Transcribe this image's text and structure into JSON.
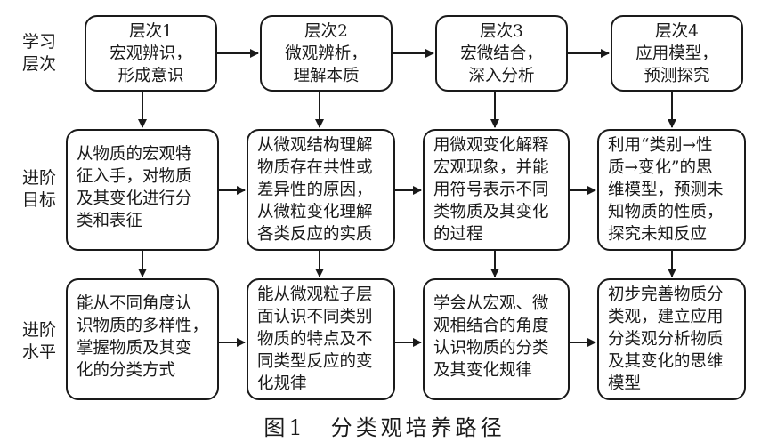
{
  "row_labels": [
    {
      "lines": [
        "学习",
        "层次"
      ]
    },
    {
      "lines": [
        "进阶",
        "目标"
      ]
    },
    {
      "lines": [
        "进阶",
        "水平"
      ]
    }
  ],
  "levels": [
    {
      "lines": [
        "层次1",
        "宏观辨识，",
        "形成意识"
      ]
    },
    {
      "lines": [
        "层次2",
        "微观辨析，",
        "理解本质"
      ]
    },
    {
      "lines": [
        "层次3",
        "宏微结合，",
        "深入分析"
      ]
    },
    {
      "lines": [
        "层次4",
        "应用模型，",
        "预测探究"
      ]
    }
  ],
  "goals": [
    {
      "lines": [
        "从物质的宏观特",
        "征入手，对物质",
        "及其变化进行分",
        "类和表征"
      ]
    },
    {
      "lines": [
        "从微观结构理解",
        "物质存在共性或",
        "差异性的原因，",
        "从微粒变化理解",
        "各类反应的实质"
      ]
    },
    {
      "lines": [
        "用微观变化解释",
        "宏观现象，并能",
        "用符号表示不同",
        "类物质及其变化",
        "的过程"
      ]
    },
    {
      "lines": [
        "利用“类别→性",
        "质→变化”的思",
        "维模型，预测未",
        "知物质的性质，",
        "探究未知反应"
      ]
    }
  ],
  "standards": [
    {
      "lines": [
        "能从不同角度认",
        "识物质的多样性，",
        "掌握物质及其变",
        "化的分类方式"
      ]
    },
    {
      "lines": [
        "能从微观粒子层",
        "面认识不同类别",
        "物质的特点及不",
        "同类型反应的变",
        "化规律"
      ]
    },
    {
      "lines": [
        "学会从宏观、微",
        "观相结合的角度",
        "认识物质的分类",
        "及其变化规律"
      ]
    },
    {
      "lines": [
        "初步完善物质分",
        "类观，建立应用",
        "分类观分析物质",
        "及其变化的思维",
        "模型"
      ]
    }
  ],
  "caption": "图1　分类观培养路径"
}
